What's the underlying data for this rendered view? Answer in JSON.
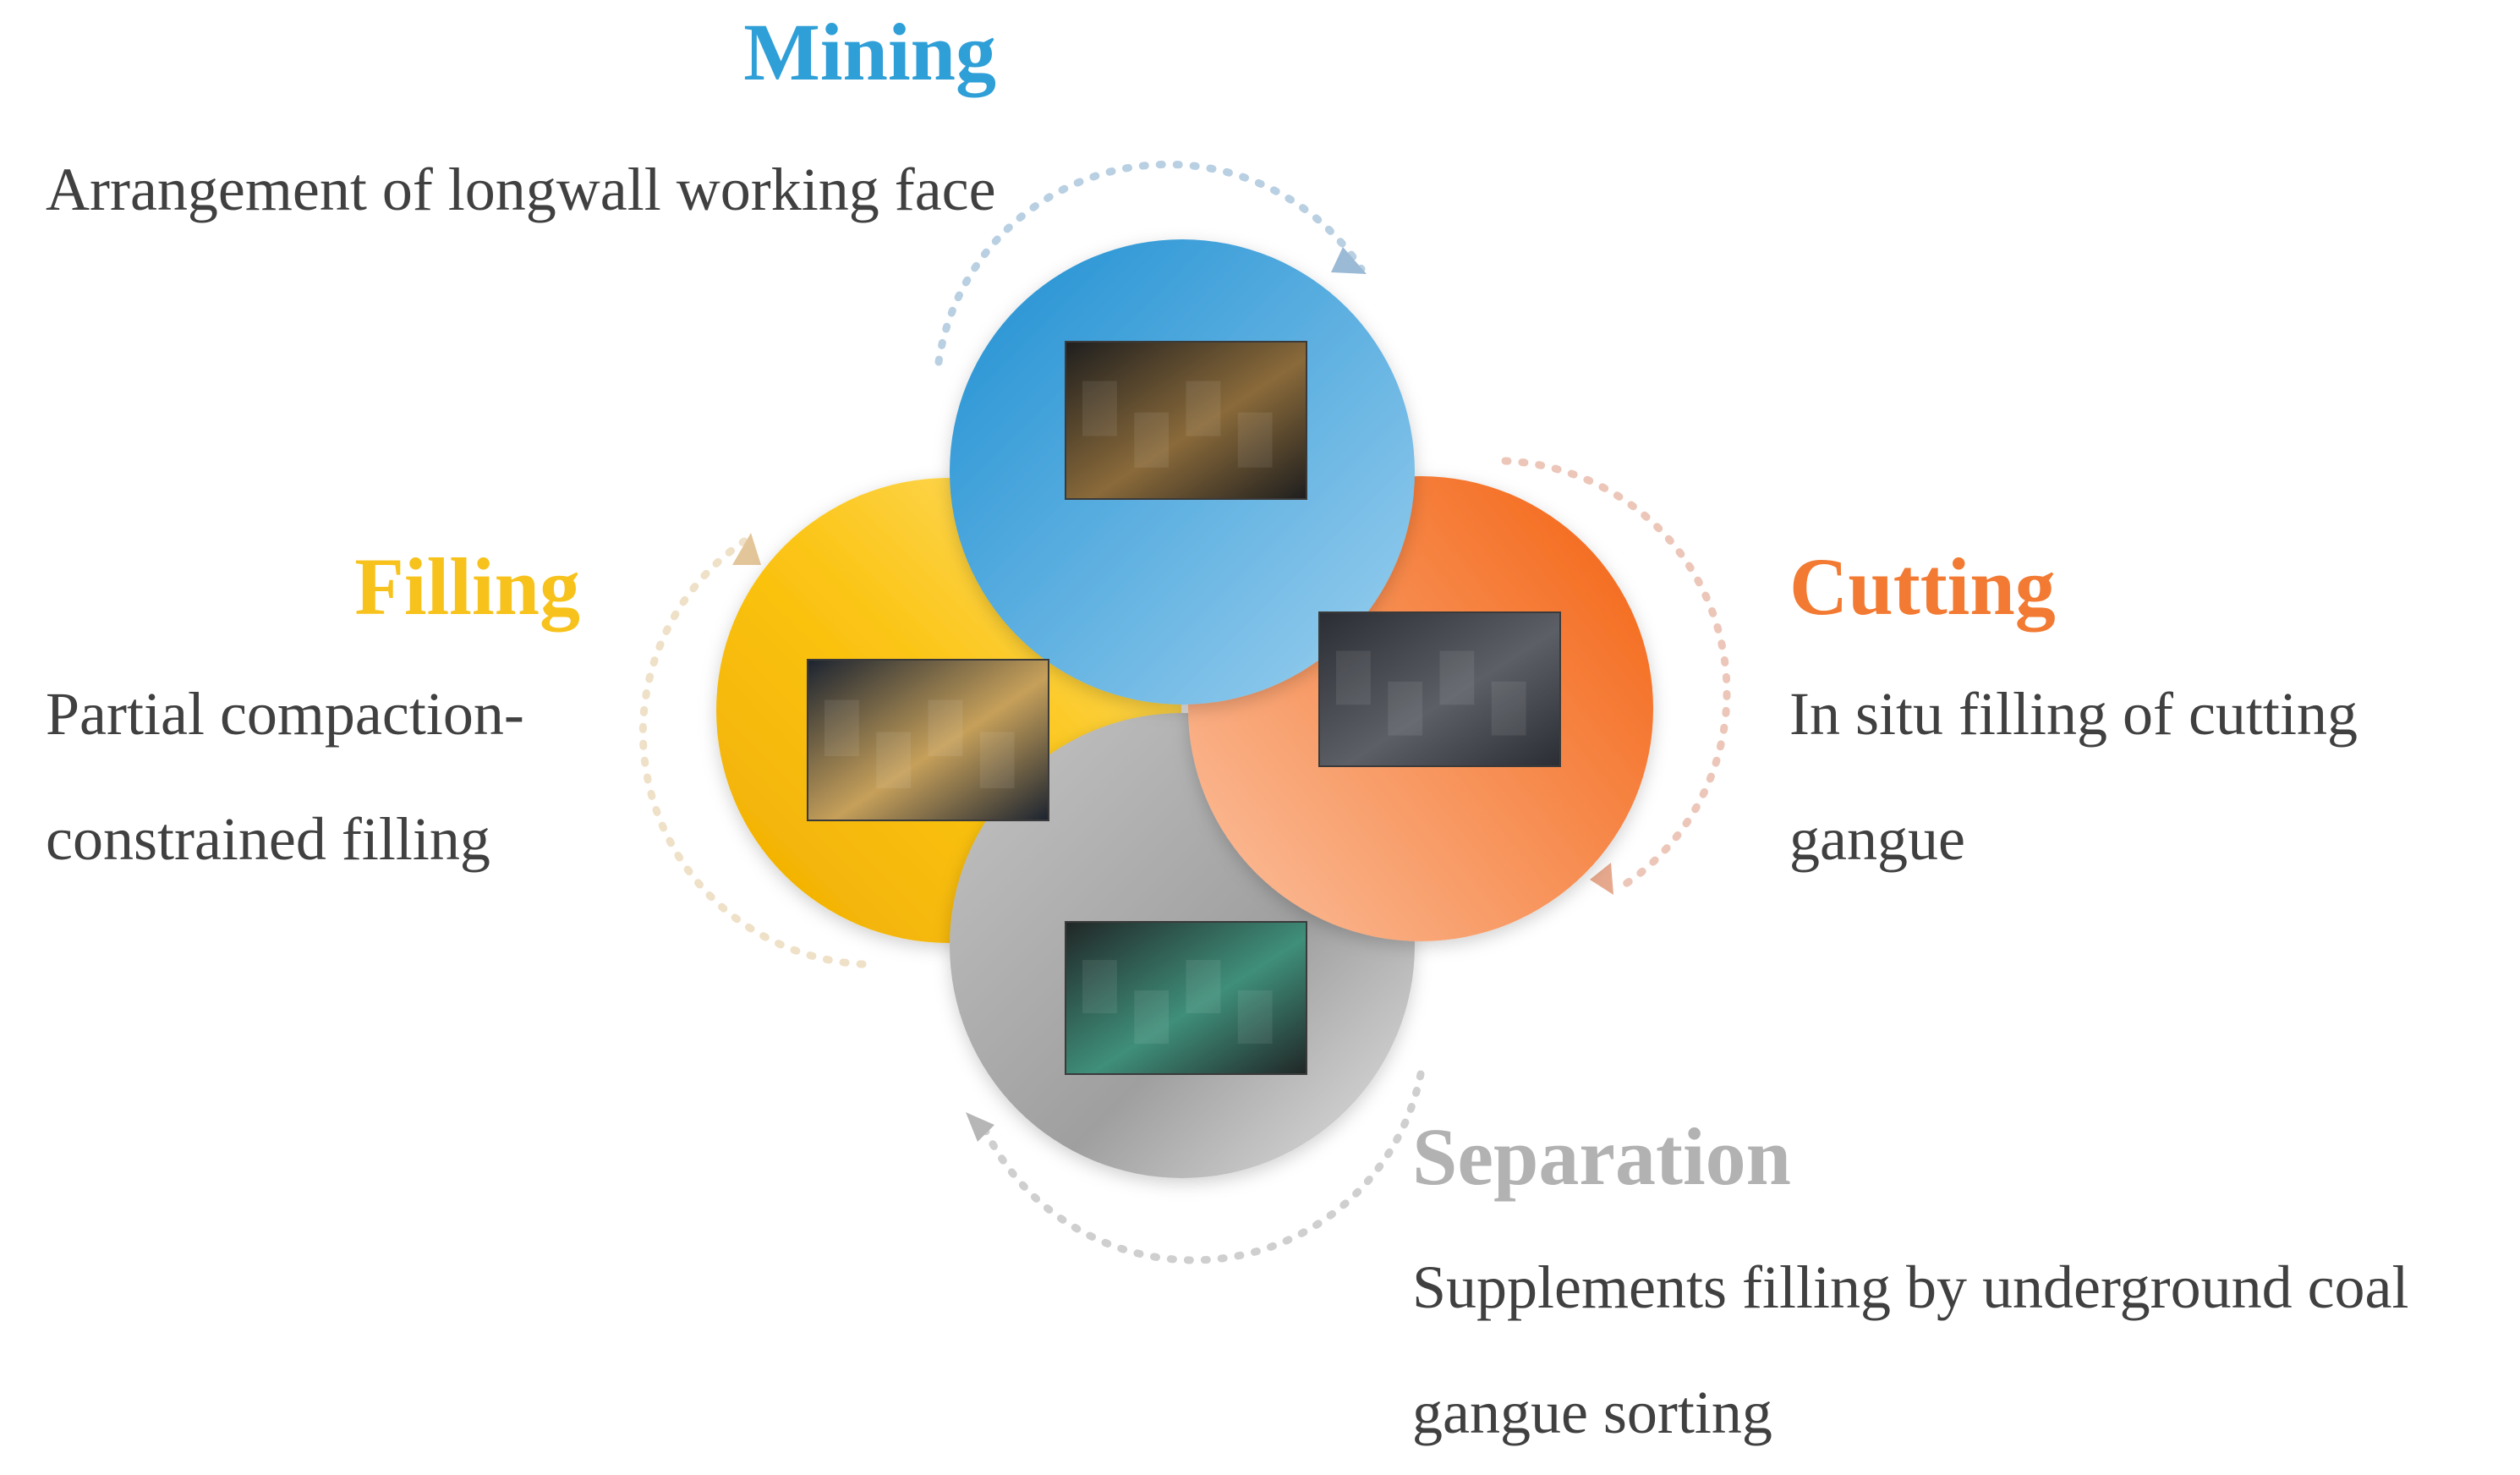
{
  "colors": {
    "mining": "#2f9fd8",
    "cutting": "#f27a32",
    "separation": "#b2b2b2",
    "filling": "#f8c21c",
    "text": "#404040"
  },
  "stages": {
    "mining": {
      "title": "Mining",
      "description": "Arrangement of longwall working face",
      "photo": "longwall-shearer-photo"
    },
    "cutting": {
      "title": "Cutting",
      "description": "In situ filling of cutting gangue",
      "photo": "roadway-cutting-photo"
    },
    "separation": {
      "title": "Separation",
      "description": "Supplements filling by underground coal gangue sorting",
      "photo": "gangue-sorting-photo"
    },
    "filling": {
      "title": "Filling",
      "description": "Partial compaction-constrained filling",
      "photo": "backfill-support-photo"
    }
  },
  "cycle_direction": "clockwise"
}
